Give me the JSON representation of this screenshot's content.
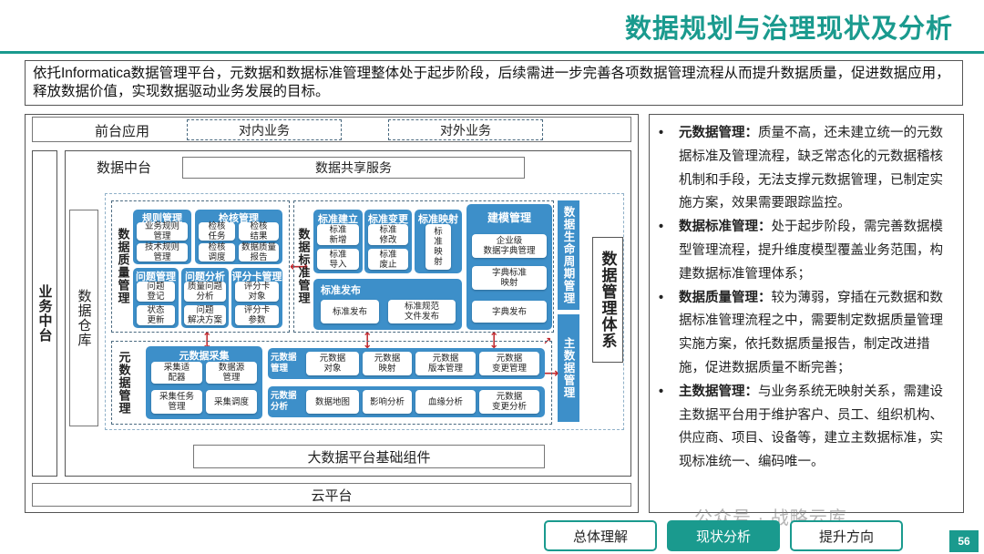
{
  "title": "数据规划与治理现状及分析",
  "intro": "依托Informatica数据管理平台，元数据和数据标准管理整体处于起步阶段，后续需进一步完善各项数据管理流程从而提升数据质量，促进数据应用，释放数据价值，实现数据驱动业务发展的目标。",
  "diagram": {
    "front_app": "前台应用",
    "internal_biz": "对内业务",
    "external_biz": "对外业务",
    "biz_platform": "业务中台",
    "data_platform": "数据中台",
    "data_share": "数据共享服务",
    "data_warehouse": "数据仓库",
    "big_data": "大数据平台基础组件",
    "cloud": "云平台",
    "mgmt_system": "数据管理体系",
    "lifecycle": "数据生命周期管理",
    "master_data": "主数据管理",
    "quality": {
      "title": "数据质量管理",
      "groups": [
        {
          "name": "规则管理",
          "items": [
            "业务规则\n管理",
            "技术规则\n管理"
          ]
        },
        {
          "name": "检核管理",
          "items": [
            "检核\n任务",
            "检核\n结果",
            "检核\n调度",
            "数据质量\n报告"
          ]
        },
        {
          "name": "问题管理",
          "items": [
            "问题\n登记",
            "状态\n更新"
          ]
        },
        {
          "name": "问题分析",
          "items": [
            "质量问题\n分析",
            "问题\n解决方案"
          ]
        },
        {
          "name": "评分卡管理",
          "items": [
            "评分卡\n对象",
            "评分卡\n参数"
          ]
        }
      ]
    },
    "standard": {
      "title": "数据标准管理",
      "groups": [
        {
          "name": "标准建立",
          "items": [
            "标准\n新增",
            "标准\n导入"
          ]
        },
        {
          "name": "标准变更",
          "items": [
            "标准\n修改",
            "标准\n废止"
          ]
        },
        {
          "name": "标准映射",
          "items": [
            "标\n准\n映\n射"
          ]
        },
        {
          "name": "标准发布",
          "items": [
            "标准发布",
            "标准规范\n文件发布"
          ]
        },
        {
          "name": "建模管理",
          "items": [
            "企业级\n数据字典管理",
            "字典标准\n映射",
            "字典发布"
          ]
        }
      ]
    },
    "metadata": {
      "title": "元数据管理",
      "collect": {
        "name": "元数据采集",
        "items": [
          "采集适\n配器",
          "数据源\n管理",
          "采集任务\n管理",
          "采集调度"
        ]
      },
      "manage": {
        "name": "元数据\n管理",
        "items": [
          "元数据\n对象",
          "元数据\n映射",
          "元数据\n版本管理",
          "元数据\n变更管理"
        ]
      },
      "analysis": {
        "name": "元数据\n分析",
        "items": [
          "数据地图",
          "影响分析",
          "血缘分析",
          "元数据\n变更分析"
        ]
      }
    }
  },
  "panel": [
    {
      "head": "元数据管理：",
      "body": "质量不高，还未建立统一的元数据标准及管理流程，缺乏常态化的元数据稽核机制和手段，无法支撑元数据管理，已制定实施方案，效果需要跟踪监控。"
    },
    {
      "head": "数据标准管理：",
      "body": "处于起步阶段，需完善数据模型管理流程，提升维度模型覆盖业务范围，构建数据标准管理体系；"
    },
    {
      "head": "数据质量管理：",
      "body": "较为薄弱，穿插在元数据和数据标准管理流程之中，需要制定数据质量管理实施方案，依托数据质量报告，制定改进措施，促进数据质量不断完善；"
    },
    {
      "head": "主数据管理：",
      "body": "与业务系统无映射关系，需建设主数据平台用于维护客户、员工、组织机构、供应商、项目、设备等，建立主数据标准，实现标准统一、编码唯一。"
    }
  ],
  "watermark": "公众号 · 战略云库",
  "nav": [
    "总体理解",
    "现状分析",
    "提升方向"
  ],
  "page_number": "56",
  "colors": {
    "accent": "#1a9a8e",
    "module_blue": "#3d8fc9",
    "arrow_red": "#c0282d"
  }
}
